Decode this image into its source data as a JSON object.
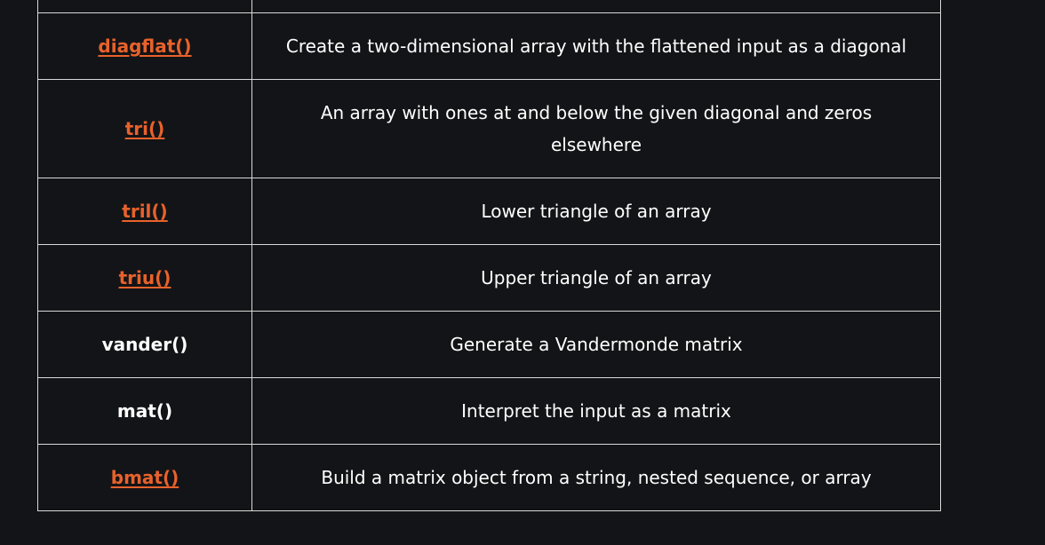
{
  "rows": [
    {
      "func": "diagflat()",
      "linked": true,
      "desc": "Create a two-dimensional array with the flattened input as a diagonal"
    },
    {
      "func": "tri()",
      "linked": true,
      "desc": "An array with ones at and below the given diagonal and zeros elsewhere"
    },
    {
      "func": "tril()",
      "linked": true,
      "desc": "Lower triangle of an array"
    },
    {
      "func": "triu()",
      "linked": true,
      "desc": "Upper triangle of an array"
    },
    {
      "func": "vander()",
      "linked": false,
      "desc": "Generate a Vandermonde matrix"
    },
    {
      "func": "mat()",
      "linked": false,
      "desc": "Interpret the input as a matrix"
    },
    {
      "func": "bmat()",
      "linked": true,
      "desc": "Build a matrix object from a string, nested sequence, or array"
    }
  ],
  "colors": {
    "background": "#131417",
    "link": "#e8622b",
    "text": "#ffffff",
    "border": "#d9d9d9"
  }
}
